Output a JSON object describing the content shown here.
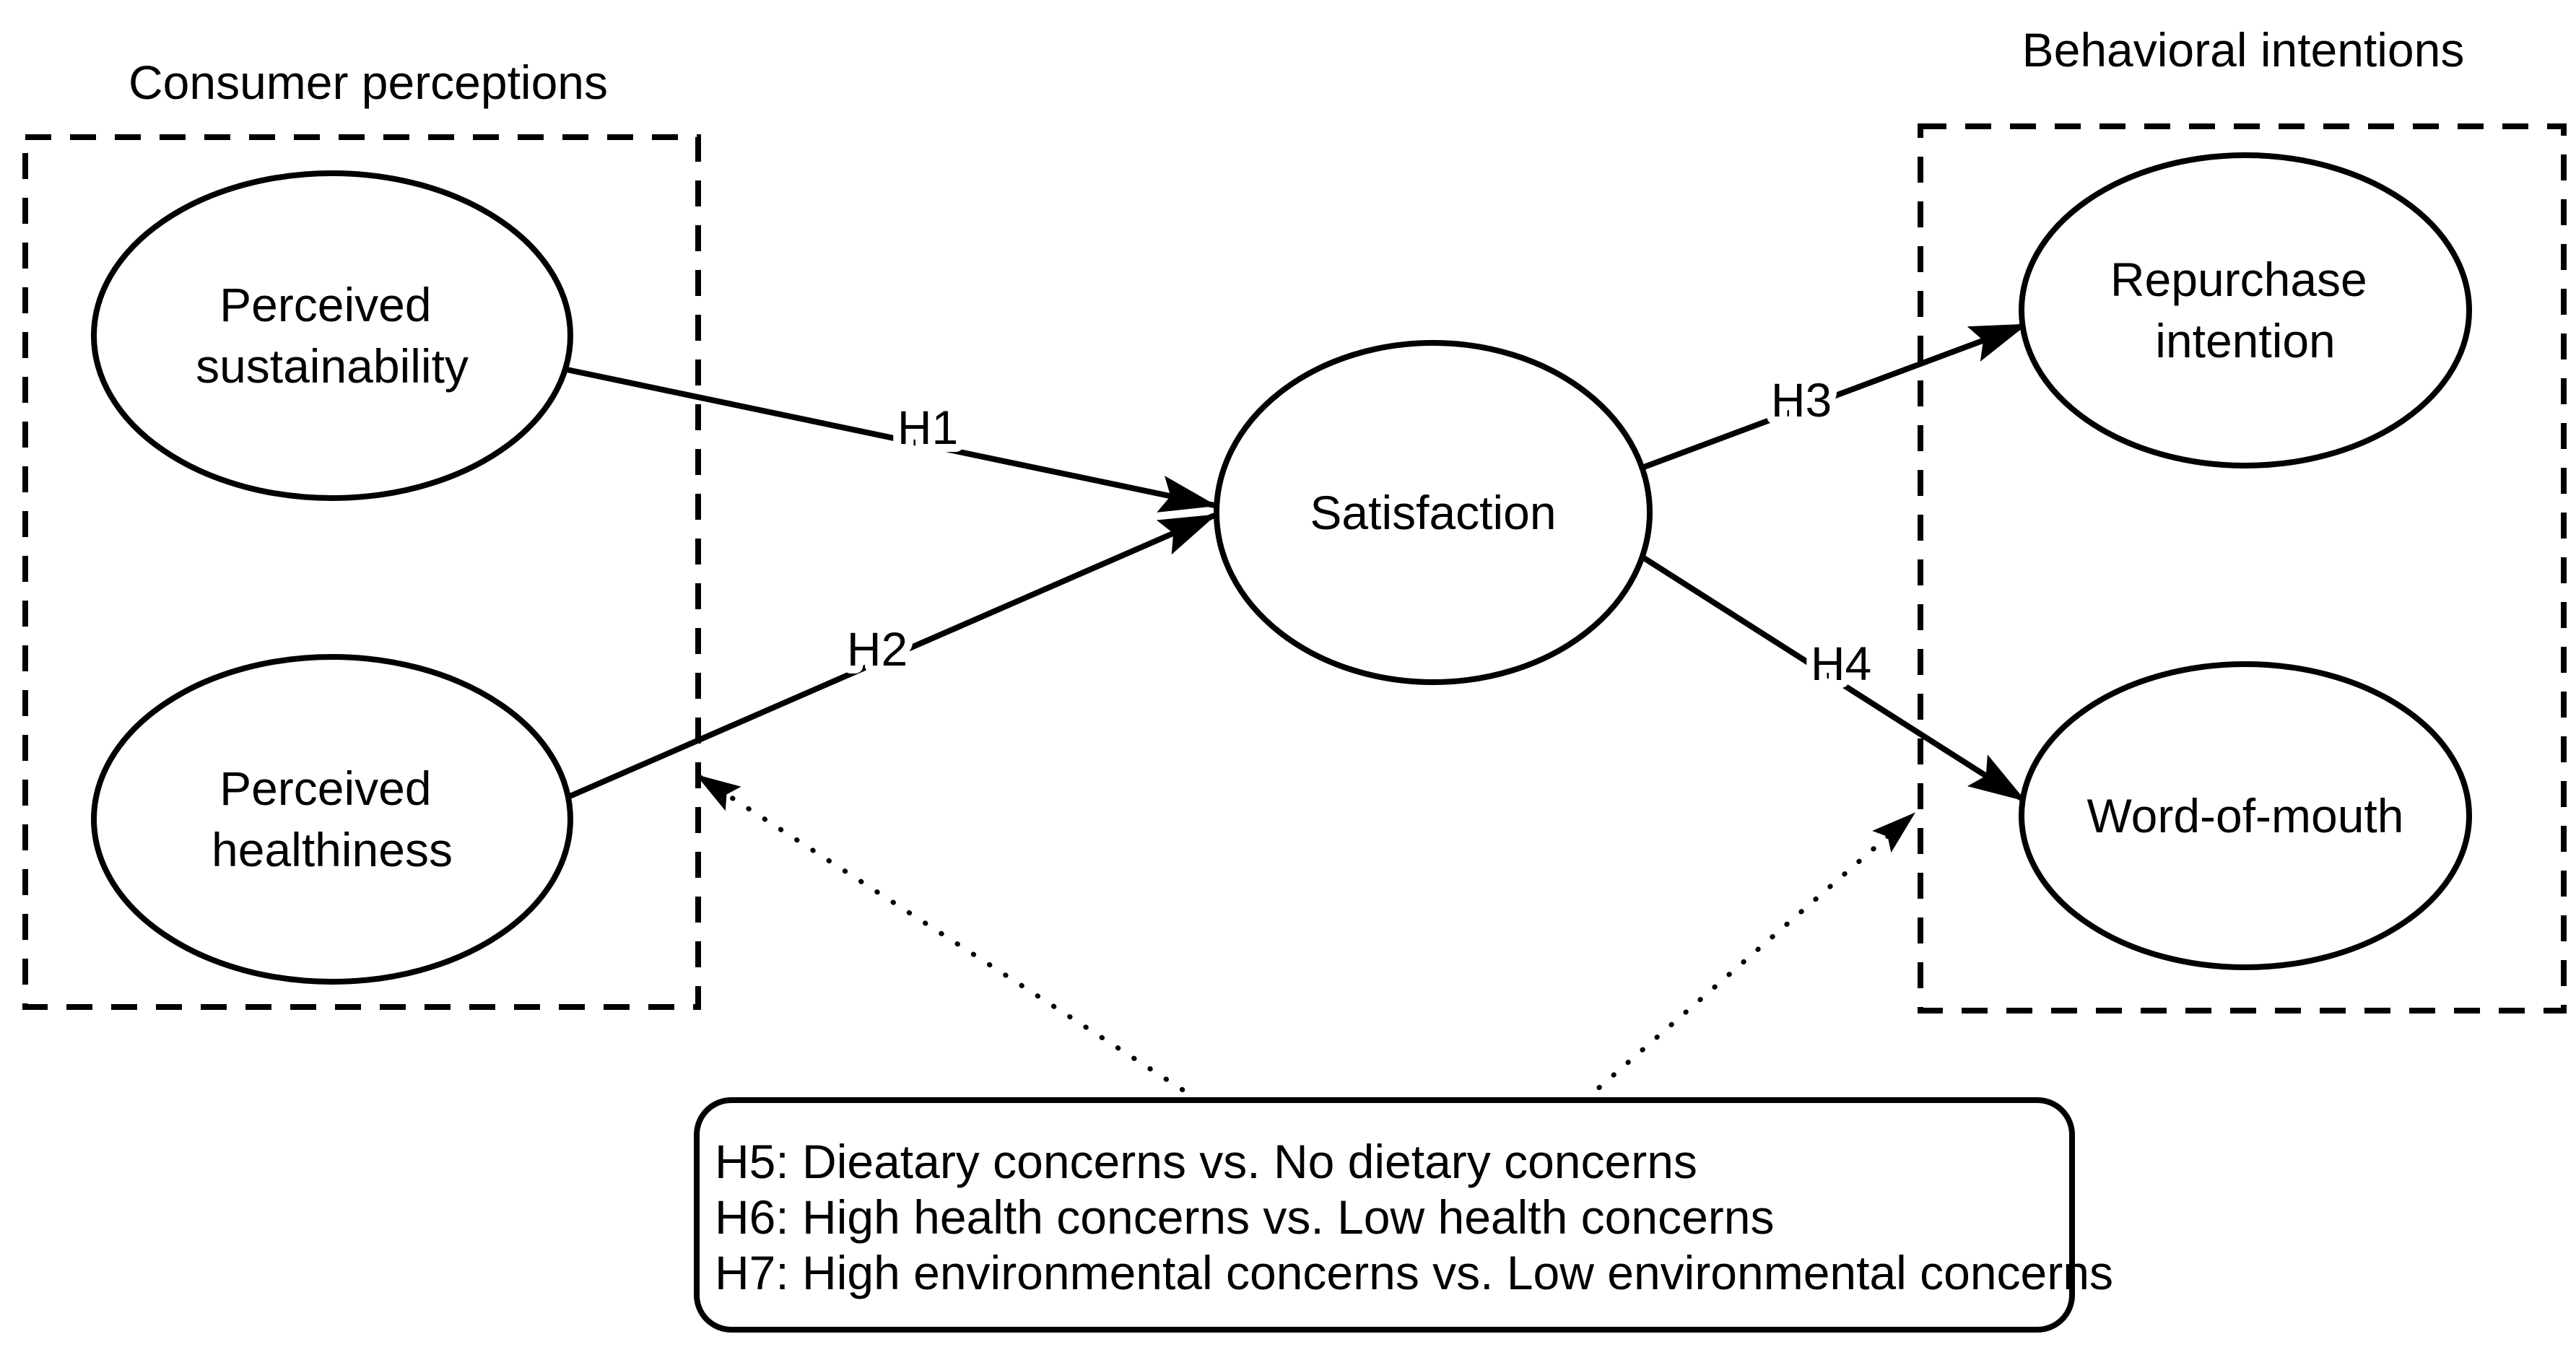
{
  "figure": {
    "background_color": "#ffffff",
    "ink_color": "#000000"
  },
  "groups": {
    "consumer_perceptions": {
      "title": "Consumer perceptions"
    },
    "behavioral_intentions": {
      "title": "Behavioral intentions"
    }
  },
  "nodes": {
    "perceived_sustainability": {
      "lines": [
        "Perceived",
        "sustainability"
      ]
    },
    "perceived_healthiness": {
      "lines": [
        "Perceived",
        "healthiness"
      ]
    },
    "satisfaction": {
      "label": "Satisfaction"
    },
    "repurchase_intention": {
      "lines": [
        "Repurchase",
        "intention"
      ]
    },
    "word_of_mouth": {
      "label": "Word-of-mouth"
    }
  },
  "hypotheses": {
    "h1": {
      "label": "H1"
    },
    "h2": {
      "label": "H2"
    },
    "h3": {
      "label": "H3"
    },
    "h4": {
      "label": "H4"
    }
  },
  "moderator_box": {
    "lines": [
      "H5: Dieatary concerns vs. No dietary concerns",
      "H6: High health concerns vs. Low health concerns",
      "H7: High environmental concerns vs. Low environmental concerns"
    ]
  }
}
